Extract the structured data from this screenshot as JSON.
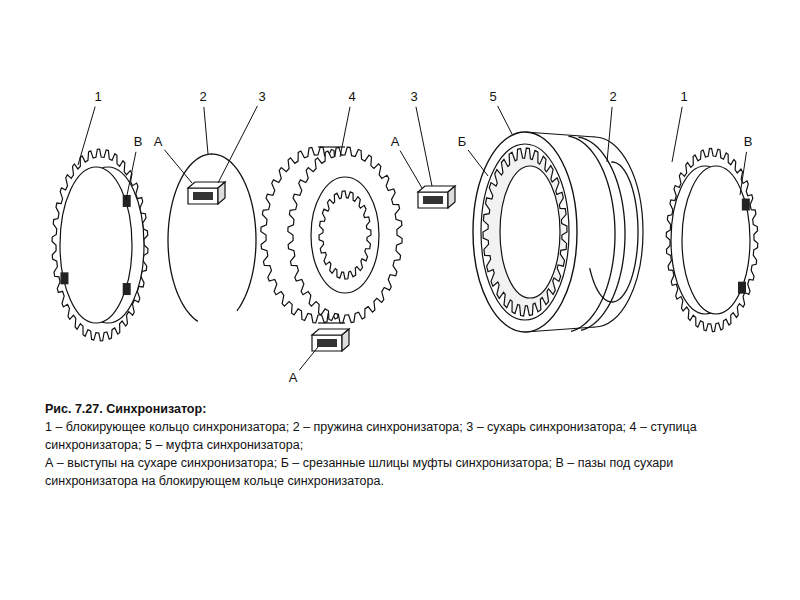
{
  "diagram": {
    "caption": "Рис. 7.27. Синхронизатор:",
    "labels": [
      "1",
      "В",
      "А",
      "2",
      "3",
      "4",
      "А",
      "3",
      "А",
      "Б",
      "5",
      "2",
      "1",
      "В",
      "1 – блокирующее кольцо синхронизатора; 2 – пружина синхронизатора; 3 – сухарь синхронизатора; 4 – ступица синхронизатора; 5 – муфта синхронизатора;",
      "А – выступы на сухаре синхронизатора; Б – срезанные шлицы муфты синхронизатора; В – пазы под сухари синхронизатора на блокирующем кольце синхронизатора."
    ]
  }
}
